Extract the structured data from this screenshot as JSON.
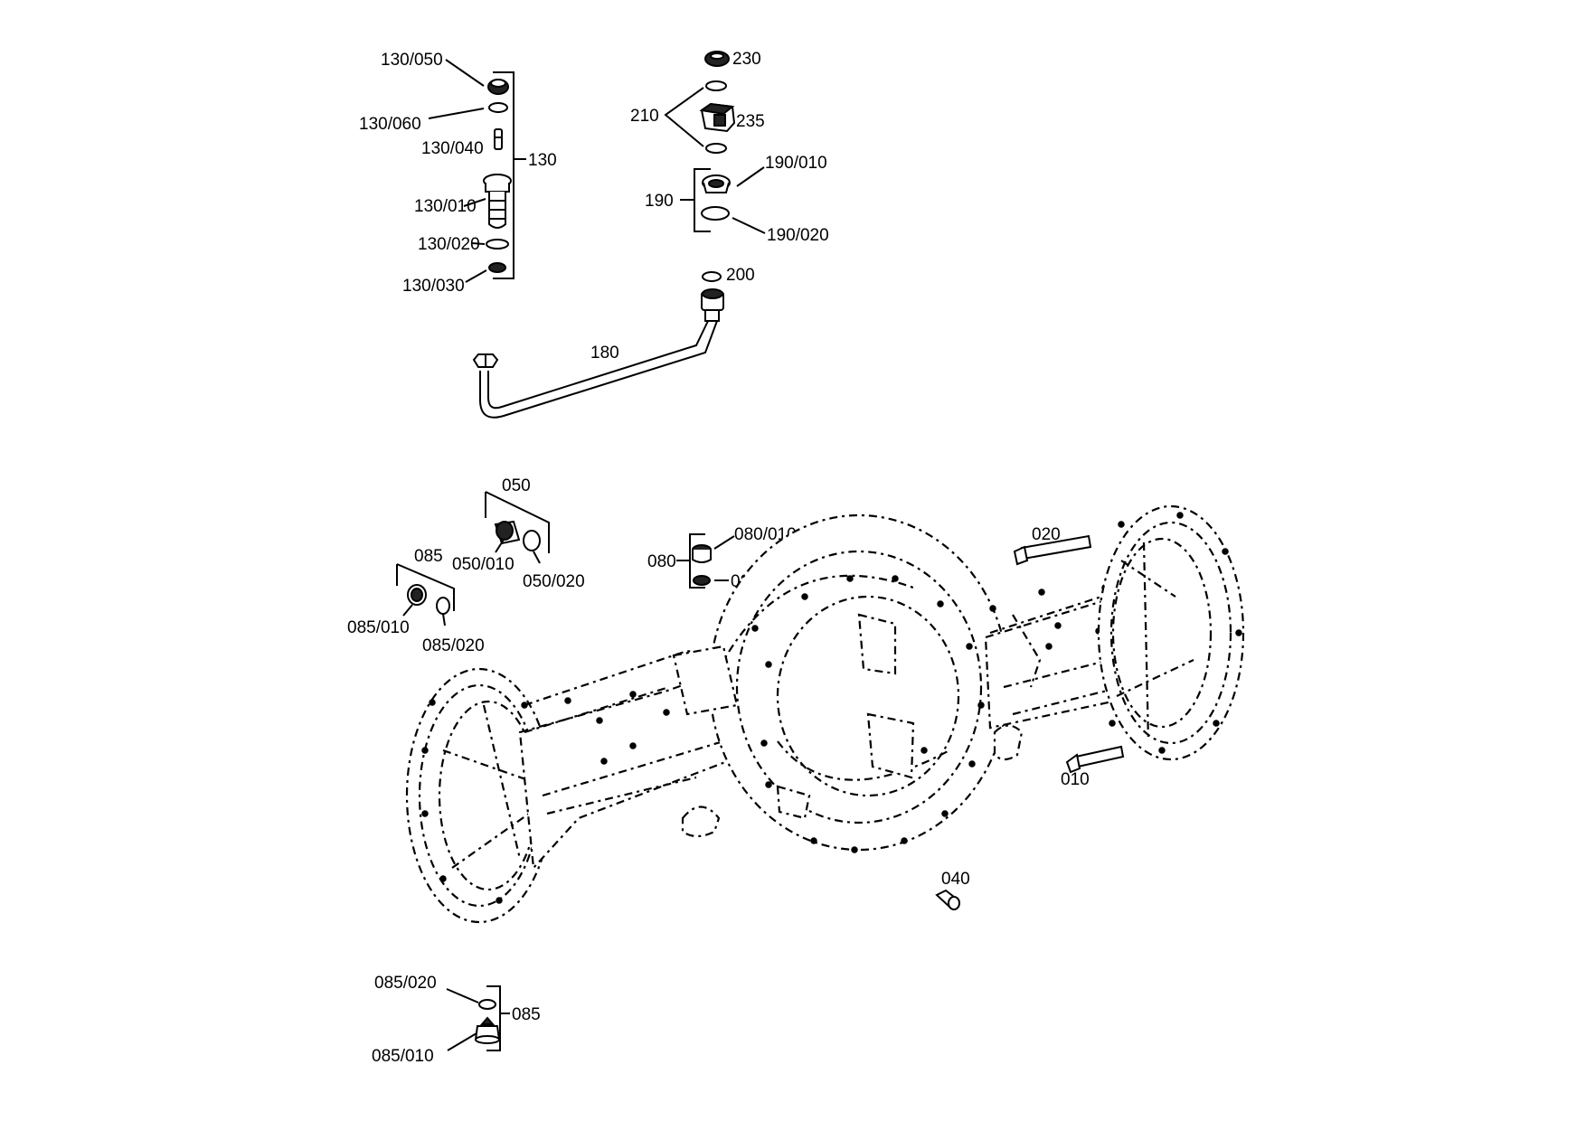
{
  "labels": {
    "p130_050": "130/050",
    "p130_060": "130/060",
    "p130_040": "130/040",
    "p130": "130",
    "p130_010": "130/010",
    "p130_020": "130/020",
    "p130_030": "130/030",
    "p230": "230",
    "p210": "210",
    "p235": "235",
    "p190_010": "190/010",
    "p190": "190",
    "p190_020": "190/020",
    "p200": "200",
    "p180": "180",
    "p050": "050",
    "p050_010": "050/010",
    "p050_020": "050/020",
    "p085_top": "085",
    "p085_010_top": "085/010",
    "p085_020_top": "085/020",
    "p080": "080",
    "p080_010": "080/010",
    "p080_020": "080/020",
    "p020": "020",
    "p010": "010",
    "p040": "040",
    "p085_020_bot": "085/020",
    "p085_bot": "085",
    "p085_010_bot": "085/010"
  }
}
